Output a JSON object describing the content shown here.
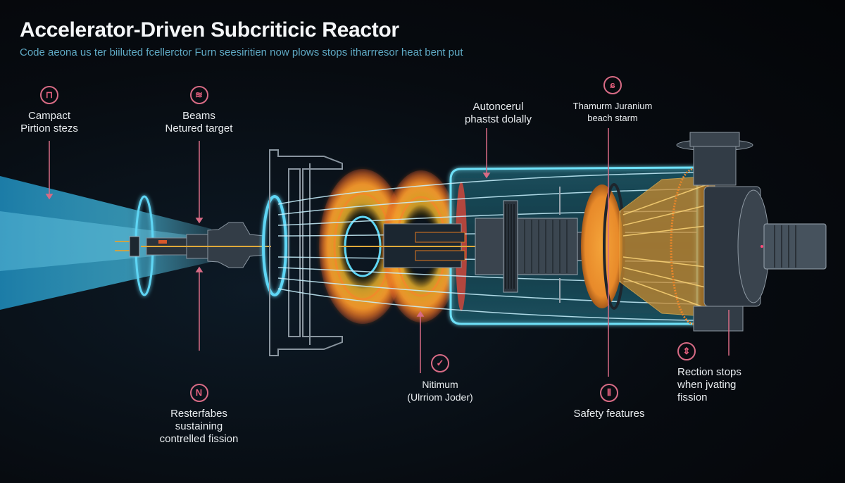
{
  "header": {
    "title": "Accelerator-Driven Subcriticic Reactor",
    "subtitle": "Code aeona us ter biiluted fcellerctor Furn seesiritien now plows stops itharrresor heat bent put"
  },
  "colors": {
    "accent_pink": "#d86b85",
    "beam_cyan": "#3fb8e0",
    "glow_orange": "#f0962a",
    "subtitle_teal": "#5fa9c4"
  },
  "callouts": [
    {
      "id": "compact",
      "icon": "accelerator-icon",
      "glyph": "⊓",
      "lines": [
        "Campact",
        "Pirtion stezs"
      ]
    },
    {
      "id": "beam",
      "icon": "beam-icon",
      "glyph": "≋",
      "lines": [
        "Beams",
        "Netured target"
      ]
    },
    {
      "id": "autoncentral",
      "icon": "",
      "glyph": "",
      "lines": [
        "Autoncerul",
        "phastst dolally"
      ]
    },
    {
      "id": "thorium",
      "icon": "thorium-icon",
      "glyph": "ɕ",
      "lines": [
        "Thamurm Juranium",
        "beach starm"
      ]
    },
    {
      "id": "restorable",
      "icon": "neutron-icon",
      "glyph": "N",
      "lines": [
        "Resterfabes",
        "sustaining",
        "contrelled fission"
      ]
    },
    {
      "id": "nitrium",
      "icon": "check-icon",
      "glyph": "✓",
      "lines": [
        "Nitimum",
        "(Ulrriom Joder)"
      ]
    },
    {
      "id": "safety",
      "icon": "safety-icon",
      "glyph": "⫴",
      "lines": [
        "Safety features"
      ]
    },
    {
      "id": "reaction",
      "icon": "stop-arrow-icon",
      "glyph": "⇕",
      "lines": [
        "Rection stops",
        "when jvating",
        "fission"
      ]
    }
  ]
}
